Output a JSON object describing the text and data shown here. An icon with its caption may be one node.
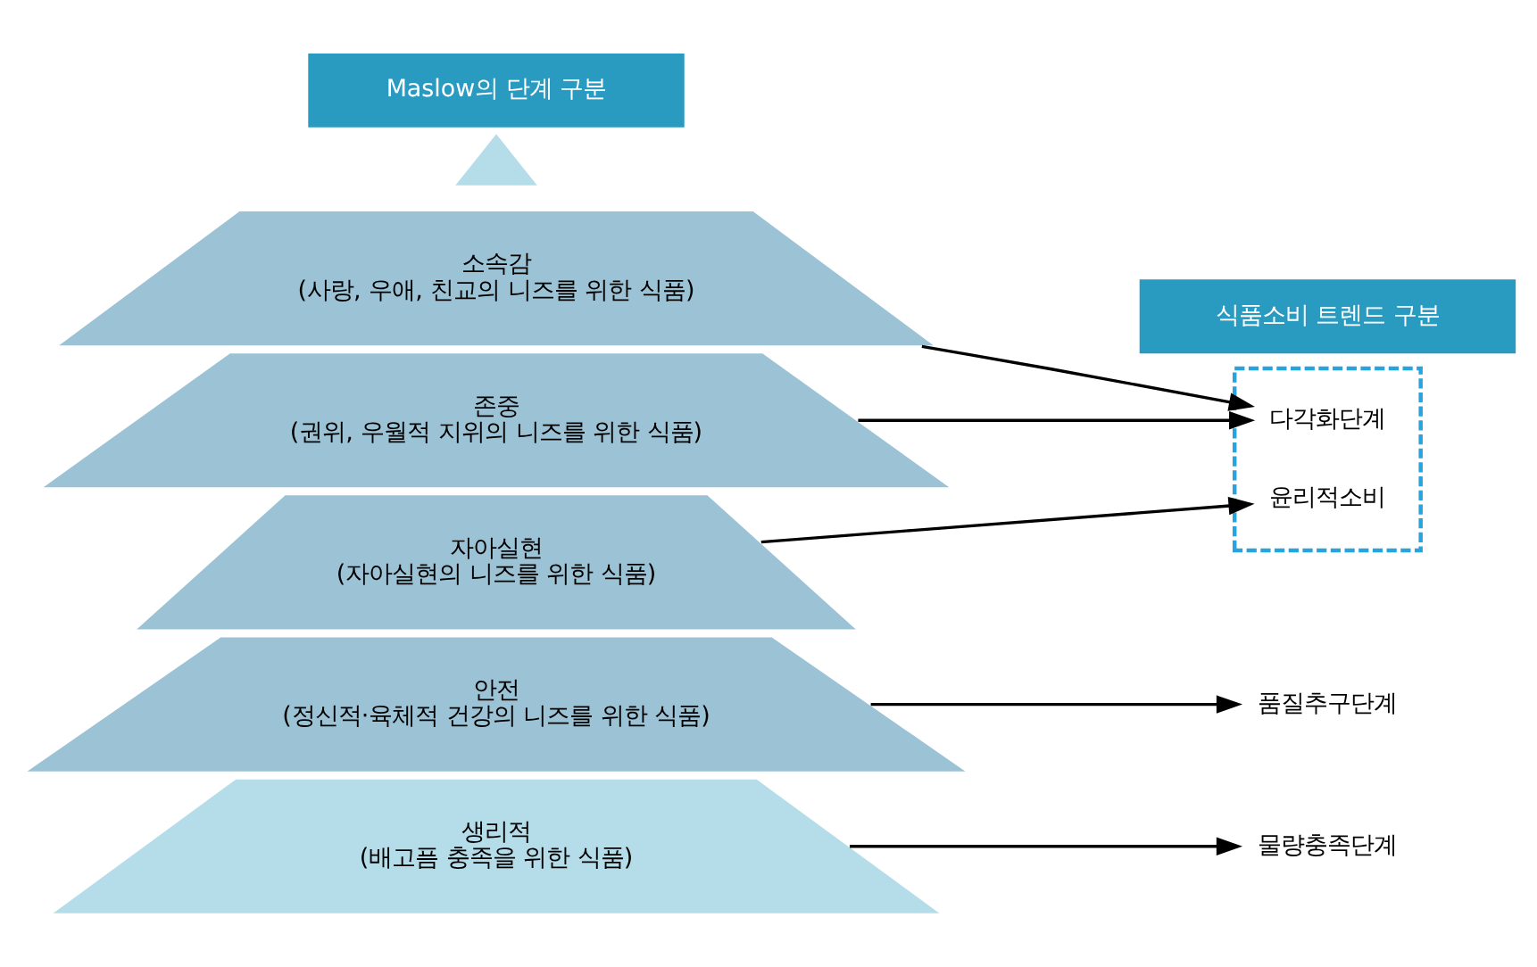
{
  "diagram": {
    "nodes": [
      {
        "text": [
          "Maslow의 단계 구분"
        ]
      },
      {
        "text": [
          "식품소비 트렌드 구분"
        ]
      },
      {
        "text": [],
        "shape": "triangle"
      },
      {
        "text": [
          "자아실현",
          "(자아실현의 니즈를 위한 식품)"
        ]
      },
      {
        "text": [
          "존중",
          "(권위, 우월적 지위의 니즈를 위한 식품)"
        ]
      },
      {
        "text": [
          "소속감",
          "(사랑, 우애, 친교의 니즈를 위한 식품)"
        ]
      },
      {
        "text": [
          "안전",
          "(정신적·육체적 건강의 니즈를 위한 식품)"
        ]
      },
      {
        "text": [
          "생리적",
          "(배고픔 충족을 위한 식품)"
        ]
      },
      {
        "text": [],
        "shape": "box"
      },
      {
        "text": [
          "윤리적소비"
        ],
        "in": 8
      },
      {
        "text": [
          "다각화단계"
        ],
        "in": 8
      },
      {
        "text": [
          "품질추구단계"
        ]
      },
      {
        "text": [
          "물량충족단계"
        ]
      }
    ],
    "edges": [
      {
        "from": 3,
        "to": 9,
        "arrow": "to"
      },
      {
        "from": 4,
        "to": 10,
        "arrow": "to"
      },
      {
        "from": 5,
        "to": 10,
        "arrow": "to"
      },
      {
        "from": 6,
        "to": 11,
        "arrow": "to"
      },
      {
        "from": 7,
        "to": 12,
        "arrow": "to"
      }
    ]
  }
}
